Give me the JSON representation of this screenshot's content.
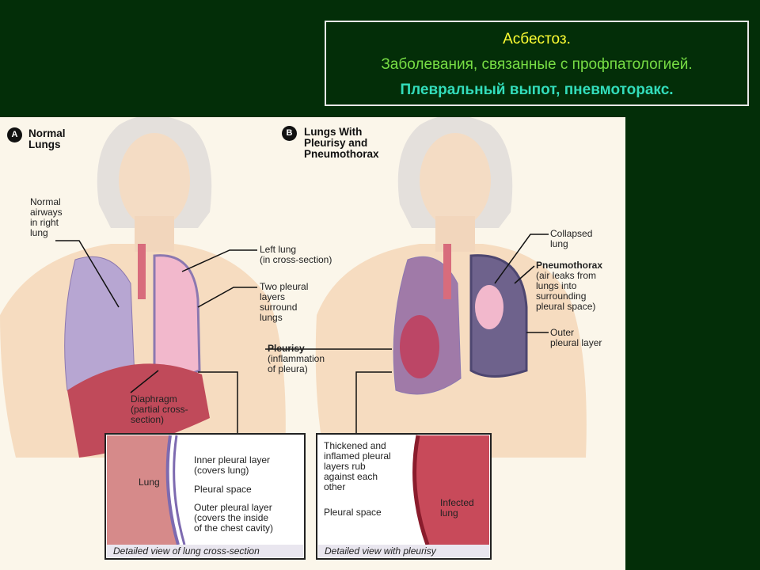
{
  "title": {
    "line1": "Асбестоз.",
    "line2": "Заболевания, связанные с профпатологией.",
    "line3": "Плевральный выпот, пневмоторакс."
  },
  "panel_a": {
    "badge": "A",
    "heading": "Normal\nLungs",
    "labels": {
      "airways": "Normal\nairways\nin right\nlung",
      "left_lung": "Left lung\n(in cross-section)",
      "pleural_layers": "Two pleural\nlayers\nsurround\nlungs",
      "diaphragm": "Diaphragm\n(partial cross-\nsection)"
    },
    "inset": {
      "lung": "Lung",
      "inner_layer": "Inner pleural layer\n(covers lung)",
      "pleural_space": "Pleural space",
      "outer_layer": "Outer pleural layer\n(covers the inside\nof the chest cavity)",
      "caption": "Detailed view of lung cross-section"
    }
  },
  "panel_b": {
    "badge": "B",
    "heading": "Lungs With\nPleurisy and\nPneumothorax",
    "labels": {
      "collapsed": "Collapsed\nlung",
      "pneumothorax_title": "Pneumothorax",
      "pneumothorax_desc": "(air leaks from\nlungs into\nsurrounding\npleural space)",
      "outer_layer": "Outer\npleural layer",
      "pleurisy_title": "Pleurisy",
      "pleurisy_desc": "(inflammation\nof pleura)"
    },
    "inset": {
      "thickened": "Thickened and\ninflamed pleural\nlayers rub\nagainst each\nother",
      "pleural_space": "Pleural space",
      "infected": "Infected\nlung",
      "caption": "Detailed view with pleurisy"
    }
  }
}
